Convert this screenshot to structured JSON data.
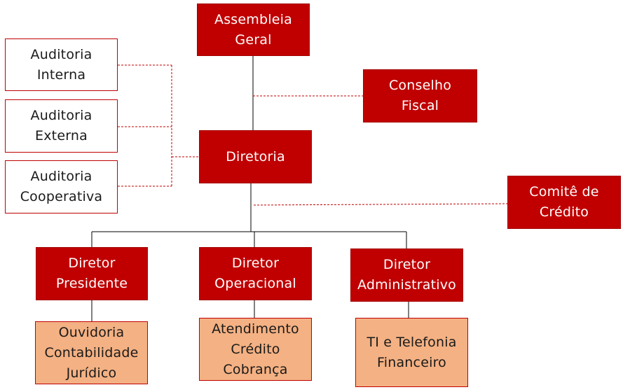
{
  "colors": {
    "primary_red": "#C00000",
    "light_orange": "#F4B183",
    "white": "#FFFFFF",
    "text_dark": "#1A1A1A",
    "connector": "#C00000"
  },
  "top": {
    "assembleia": [
      "Assembleia",
      "Geral"
    ]
  },
  "conselho": [
    "Conselho",
    "Fiscal"
  ],
  "diretoria": [
    "Diretoria"
  ],
  "comite": [
    "Comitê de",
    "Crédito"
  ],
  "auditorias": {
    "interna": [
      "Auditoria",
      "Interna"
    ],
    "externa": [
      "Auditoria",
      "Externa"
    ],
    "cooperativa": [
      "Auditoria",
      "Cooperativa"
    ]
  },
  "diretores": {
    "presidente": [
      "Diretor",
      "Presidente"
    ],
    "operacional": [
      "Diretor",
      "Operacional"
    ],
    "administrativo": [
      "Diretor",
      "Administrativo"
    ]
  },
  "departamentos": {
    "presidente": [
      "Ouvidoria",
      "Contabilidade",
      "Jurídico"
    ],
    "operacional": [
      "Atendimento",
      "Crédito",
      "Cobrança"
    ],
    "administrativo": [
      "TI e Telefonia",
      "Financeiro"
    ]
  }
}
